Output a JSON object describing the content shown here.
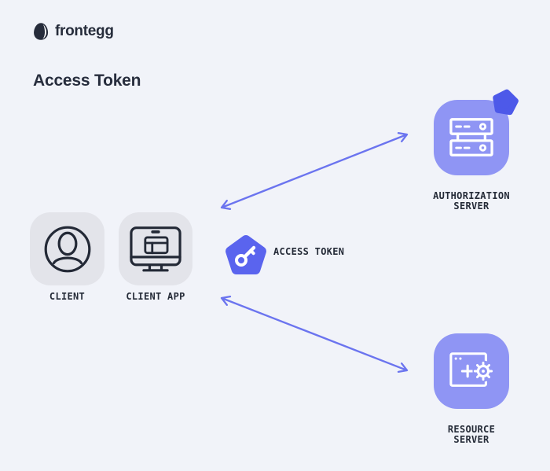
{
  "colors": {
    "background": "#f1f3f9",
    "ink": "#262c3b",
    "gray_tile": "#e3e4ea",
    "purple_tile": "#8f95f4",
    "accent_pentagon": "#5a64ee",
    "badge_pentagon": "#4d59e9",
    "arrow": "#6b74ef",
    "icon_stroke_light": "#ffffff"
  },
  "brand": {
    "name": "frontegg",
    "logo_icon": "frontegg-egg-icon"
  },
  "page_title": "Access Token",
  "diagram": {
    "nodes": {
      "client": {
        "label": "CLIENT",
        "icon": "user-icon",
        "tile": "gray"
      },
      "client_app": {
        "label": "CLIENT APP",
        "icon": "monitor-browser-icon",
        "tile": "gray"
      },
      "access_token": {
        "label": "ACCESS TOKEN",
        "icon": "key-icon",
        "shape": "pentagon"
      },
      "authorization_server": {
        "line1": "AUTHORIZATION",
        "line2": "SERVER",
        "icon": "server-stack-icon",
        "tile": "purple",
        "badge": "pentagon-badge"
      },
      "resource_server": {
        "line1": "RESOURCE",
        "line2": "SERVER",
        "icon": "window-gear-icon",
        "tile": "purple"
      }
    },
    "connections": [
      {
        "from": "client-app",
        "to": "authorization-server",
        "style": "double-arrow"
      },
      {
        "from": "client-app",
        "to": "resource-server",
        "style": "double-arrow"
      }
    ]
  }
}
